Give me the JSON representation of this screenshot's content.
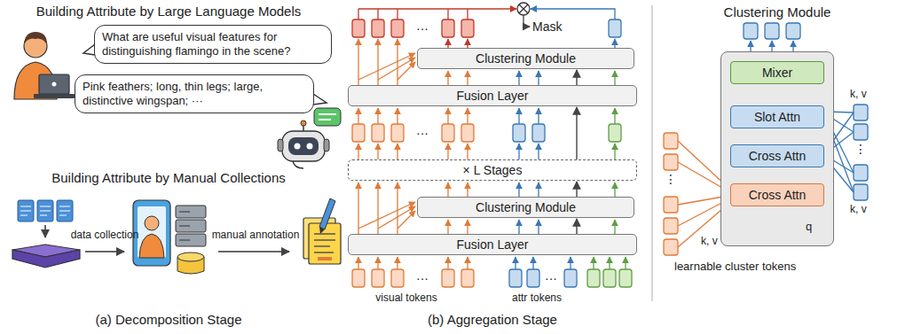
{
  "diagram": {
    "nodes": [
      {
        "text": [
          "What are useful visual features for distinguishing flamingo in the scene?"
        ]
      },
      {
        "text": [
          "Pink feathers; long, thin legs; large, distinctive wingspan; ···"
        ]
      },
      {
        "text": [
          "Clustering Module"
        ]
      },
      {
        "text": [
          "Fusion Layer"
        ]
      },
      {
        "text": [
          "× L Stages"
        ]
      },
      {
        "text": [
          "Clustering Module"
        ]
      },
      {
        "text": [
          "Fusion Layer"
        ]
      },
      {
        "text": [
          "Clustering Module"
        ]
      },
      {
        "text": [
          "Mixer"
        ],
        "in": 7
      },
      {
        "text": [
          "Slot Attn"
        ],
        "in": 7
      },
      {
        "text": [
          "Cross Attn"
        ],
        "in": 7
      },
      {
        "text": [
          "Cross Attn"
        ],
        "in": 7
      }
    ],
    "edges": [
      {
        "from": 6,
        "to": 5,
        "arrow": "to"
      },
      {
        "from": 5,
        "to": 4,
        "arrow": "to"
      },
      {
        "from": 4,
        "to": 3,
        "arrow": "to"
      },
      {
        "from": 3,
        "to": 2,
        "arrow": "to"
      }
    ],
    "labels": [
      "Building Attribute by Large Language Models",
      "Building Attribute by Manual Collections",
      "data collection",
      "manual annotation",
      "(a) Decomposition Stage",
      "Mask",
      "···",
      "···",
      "···",
      "···",
      "visual tokens",
      "attr tokens",
      "(b) Aggregation Stage",
      "⋮",
      "⋮",
      "k, v",
      "k, v",
      "k, v",
      "q",
      "learnable cluster tokens"
    ]
  }
}
